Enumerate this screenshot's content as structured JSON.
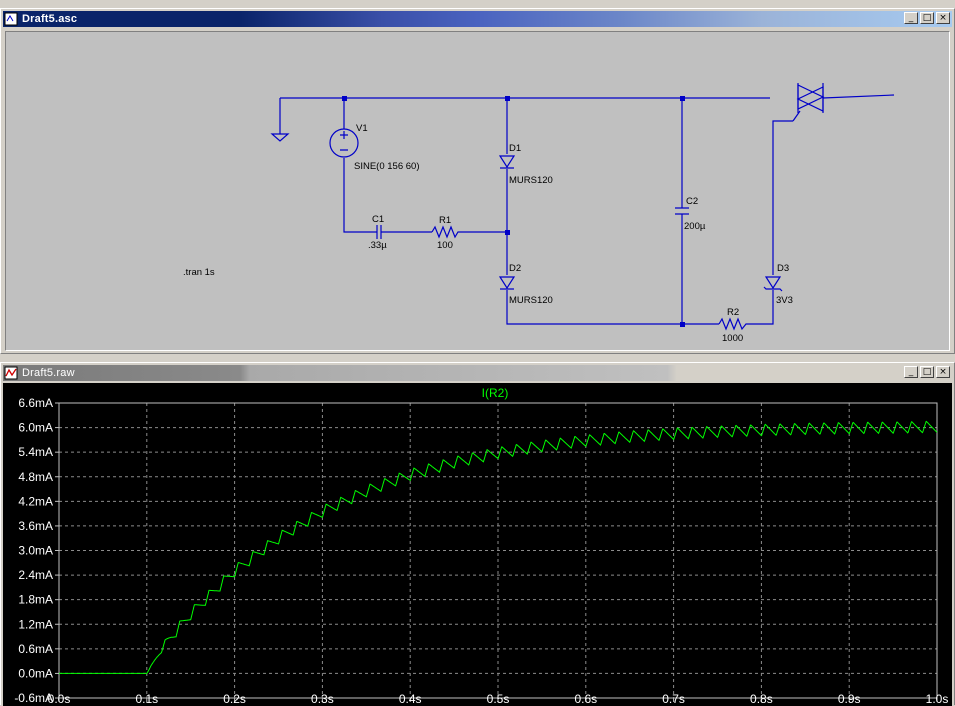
{
  "schematic_window": {
    "title": "Draft5.asc",
    "components": {
      "v1": {
        "ref": "V1",
        "value": "SINE(0 156 60)"
      },
      "c1": {
        "ref": "C1",
        "value": ".33µ"
      },
      "r1": {
        "ref": "R1",
        "value": "100"
      },
      "d1": {
        "ref": "D1",
        "value": "MURS120"
      },
      "d2": {
        "ref": "D2",
        "value": "MURS120"
      },
      "c2": {
        "ref": "C2",
        "value": "200µ"
      },
      "r2": {
        "ref": "R2",
        "value": "1000"
      },
      "d3": {
        "ref": "D3",
        "value": "3V3"
      }
    },
    "directive": ".tran 1s",
    "colors": {
      "wire": "#0000c8",
      "component": "#0000c8",
      "background": "#c0c0c0"
    }
  },
  "plot_window": {
    "title": "Draft5.raw",
    "trace_label": "I(R2)",
    "colors": {
      "trace": "#00ff00",
      "grid": "#8c8c8c",
      "axis_text": "#ffffff",
      "background": "#000000"
    }
  },
  "window_buttons": {
    "minimize": "_",
    "restore": "□",
    "close": "×"
  },
  "chart_data": {
    "type": "line",
    "title": "I(R2)",
    "x_ticks": [
      "0.0s",
      "0.1s",
      "0.2s",
      "0.3s",
      "0.4s",
      "0.5s",
      "0.6s",
      "0.7s",
      "0.8s",
      "0.9s",
      "1.0s"
    ],
    "y_ticks": [
      "6.6mA",
      "6.0mA",
      "5.4mA",
      "4.8mA",
      "4.2mA",
      "3.6mA",
      "3.0mA",
      "2.4mA",
      "1.8mA",
      "1.2mA",
      "0.6mA",
      "0.0mA",
      "-0.6mA"
    ],
    "xlim": [
      0,
      1.0
    ],
    "ylim": [
      -0.6,
      6.6
    ],
    "grid": true,
    "series": [
      {
        "name": "I(R2)",
        "envelope_x": [
          0.0,
          0.1,
          0.12,
          0.15,
          0.2,
          0.25,
          0.3,
          0.35,
          0.4,
          0.45,
          0.5,
          0.55,
          0.6,
          0.65,
          0.7,
          0.75,
          0.8,
          0.85,
          0.9,
          0.95,
          1.0
        ],
        "envelope_y": [
          0.0,
          0.0,
          0.7,
          1.45,
          2.5,
          3.3,
          3.95,
          4.45,
          4.85,
          5.15,
          5.38,
          5.55,
          5.68,
          5.78,
          5.85,
          5.9,
          5.94,
          5.97,
          5.99,
          6.0,
          6.02
        ],
        "ripple_mA": 0.28,
        "ripple_period_s": 0.01667
      }
    ]
  }
}
